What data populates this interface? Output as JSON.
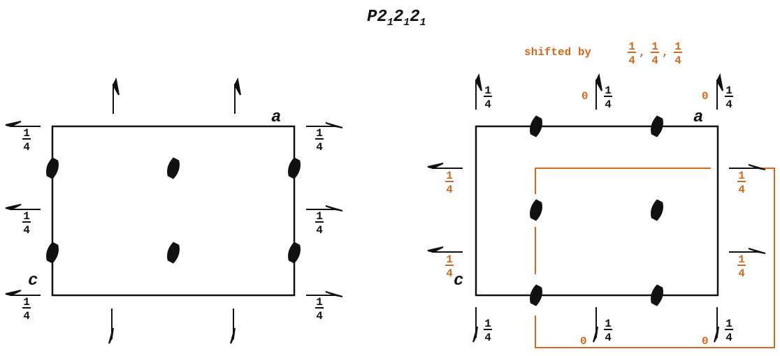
{
  "title": {
    "main": "P2",
    "sub": "1"
  },
  "shift_label": {
    "text": "shifted by",
    "num": "1",
    "den": "4",
    "sep": ","
  },
  "axes": {
    "a": "a",
    "c": "c"
  },
  "fraction": {
    "num": "1",
    "den": "4"
  },
  "zero": "0",
  "colors": {
    "ink": "#111111",
    "accent": "#d2691e"
  }
}
